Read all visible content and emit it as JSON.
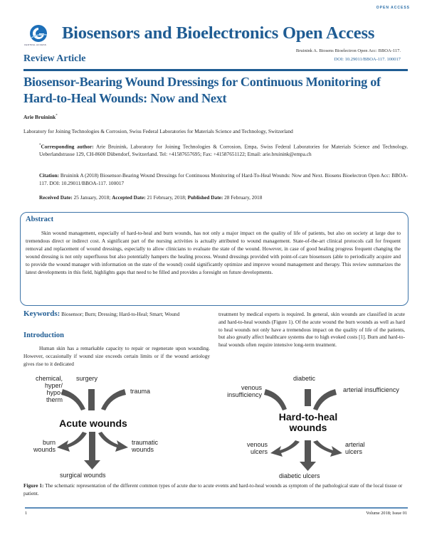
{
  "header": {
    "open_access_badge": "OPEN ACCESS",
    "logo_caption": "CENTRAL ACCESS",
    "journal_title": "Biosensors and Bioelectronics Open Access",
    "article_type": "Review Article",
    "short_citation": "Bruinink A. Biosens Bioelectron Open Acc: BBOA-117.",
    "doi": "DOI: 10.29011/BBOA-117. 100017"
  },
  "article": {
    "title": "Biosensor-Bearing Wound Dressings for Continuous Monitoring of Hard-to-Heal Wounds: Now and Next",
    "author": "Arie Bruinink",
    "author_mark": "*",
    "affiliation": "Laboratory for Joining Technologies & Corrosion, Swiss Federal Laboratories for Materials Science and Technology, Switzerland"
  },
  "info": {
    "corresponding_label": "Corresponding author:",
    "corresponding_text": "Arie Bruinink, Laboratory for Joining Technologies & Corrosion, Empa, Swiss Federal Laboratories for Materials Science and Technology, Ueberlandstrasse 129, CH-8600 Dübendorf, Switzerland. Tel: +41587657695; Fax: +41587651122; Email: arie.bruinink@empa.ch",
    "citation_label": "Citation:",
    "citation_text": "Bruinink A (2018) Biosensor-Bearing Wound Dressings for Continuous Monitoring of Hard-To-Heal Wounds: Now and Next. Biosens Bioelectron Open Acc: BBOA-117. DOI: 10.29011/BBOA-117. 100017",
    "received_label": "Received Date:",
    "received": "25 January, 2018;",
    "accepted_label": "Accepted Date:",
    "accepted": "21 February, 2018;",
    "published_label": "Published Date:",
    "published": "28 February, 2018"
  },
  "abstract": {
    "heading": "Abstract",
    "text": "Skin wound management, especially of hard-to-heal and burn wounds, has not only a major impact on the quality of life of patients, but also on society at large due to tremendous direct or indirect cost. A significant part of the nursing activities is actually attributed to wound management. State-of-the-art clinical protocols call for frequent removal and replacement of wound dressings, especially to allow clinicians to evaluate the state of the wound. However, in case of good healing progress frequent changing the wound dressing is not only superfluous but also potentially hampers the healing process. Wound dressings provided with point-of-care biosensors (able to periodically acquire and to provide the wound manager with information on the state of the wound) could significantly optimize and improve wound management and therapy. This review summarizes the latest developments in this field, highlights gaps that need to be filled and provides a foresight on future developments."
  },
  "keywords": {
    "label": "Keywords:",
    "text": "Biosensor; Burn; Dressing; Hard-to-Heal; Smart; Wound"
  },
  "introduction": {
    "heading": "Introduction",
    "col1": "Human skin has a remarkable capacity to repair or regenerate upon wounding. However, occasionally if wound size exceeds certain limits or if the wound aetiology gives rise to it dedicated",
    "col2": "treatment by medical experts is required. In general, skin wounds are classified in acute and hard-to-heal wounds (Figure 1). Of the acute wound the burn wounds as well as hard to heal wounds not only have a tremendous impact on the quality of life of the patients, but also greatly affect healthcare systems due to high evoked costs [1]. Burn and hard-to-heal wounds often require intensive long-term treatment."
  },
  "figure": {
    "acute": {
      "center": "Acute wounds",
      "causes": [
        "chemical, hyper/ hypo- therm",
        "surgery",
        "trauma"
      ],
      "outcomes": [
        "burn wounds",
        "surgical wounds",
        "traumatic wounds"
      ]
    },
    "hard": {
      "center_line1": "Hard-to-heal",
      "center_line2": "wounds",
      "causes": [
        "venous insufficiency",
        "diabetic",
        "arterial insufficiency"
      ],
      "outcomes": [
        "venous ulcers",
        "diabetic ulcers",
        "arterial ulcers"
      ]
    },
    "caption_label": "Figure 1:",
    "caption_text": "The schematic representation of the different common types of acute due to acute events and hard-to-heal wounds as symptom of the pathological state of the local tissue or patient."
  },
  "footer": {
    "page": "1",
    "volume": "Volume 2018; Issue 01"
  }
}
